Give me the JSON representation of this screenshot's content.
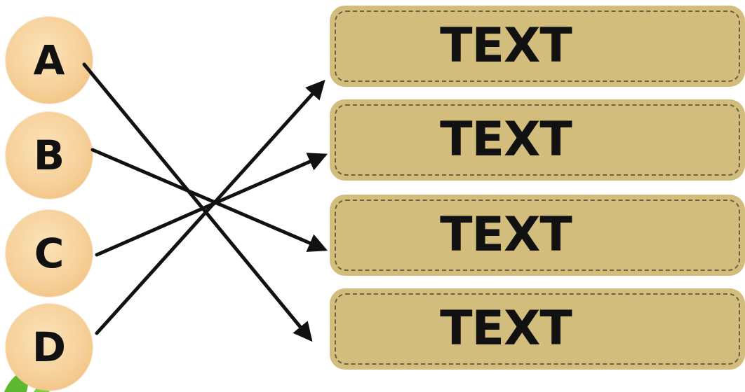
{
  "left_items": [
    {
      "label": "A"
    },
    {
      "label": "B"
    },
    {
      "label": "C"
    },
    {
      "label": "D"
    }
  ],
  "right_items": [
    {
      "label": "TEXT"
    },
    {
      "label": "TEXT"
    },
    {
      "label": "TEXT"
    },
    {
      "label": "TEXT"
    }
  ],
  "connections": [
    {
      "from": "A",
      "to_box": 4
    },
    {
      "from": "B",
      "to_box": 3
    },
    {
      "from": "C",
      "to_box": 2
    },
    {
      "from": "D",
      "to_box": 1
    }
  ],
  "colors": {
    "circle_fill": "#f6d09a",
    "box_fill": "#d2bd7d",
    "box_dash": "#6e6240",
    "line": "#111111",
    "leaf": "#5cb82e"
  }
}
